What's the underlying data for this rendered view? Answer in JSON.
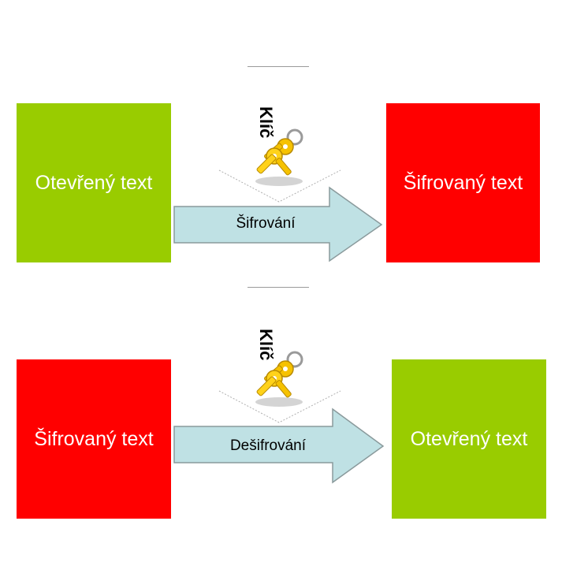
{
  "colors": {
    "plain_box": "#99cc00",
    "cipher_box": "#ff0000",
    "arrow_fill": "#bfe1e4",
    "arrow_stroke": "#8a9a9c",
    "divider": "#9a9a9a"
  },
  "top": {
    "left_box": "Otevřený text",
    "right_box": "Šifrovaný text",
    "arrow_label": "Šifrování",
    "key_label": "Klíč",
    "key_icon": "keys-icon"
  },
  "bottom": {
    "left_box": "Šifrovaný text",
    "right_box": "Otevřený text",
    "arrow_label": "Dešifrování",
    "key_label": "Klíč",
    "key_icon": "keys-icon"
  }
}
